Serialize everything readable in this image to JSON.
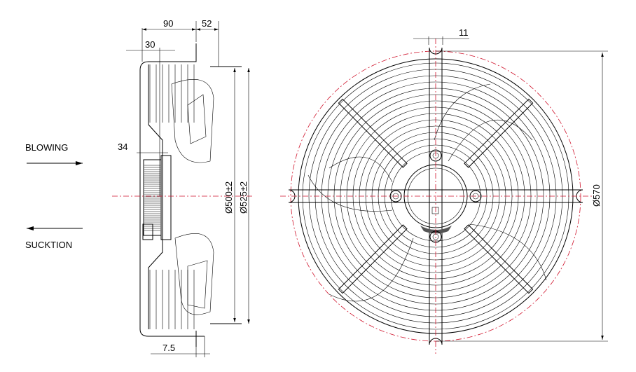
{
  "title": "Axial fan dimension drawing",
  "labels": {
    "blowing": "BLOWING",
    "suction": "SUCKTION"
  },
  "dimensions": {
    "depth_total": "90",
    "depth_front": "52",
    "depth_30": "30",
    "motor_34": "34",
    "flange_7_5": "7.5",
    "dia_500": "Ø500±2",
    "dia_525": "Ø525±2",
    "rod_11": "11",
    "dia_570": "Ø570"
  },
  "colors": {
    "line": "#000000",
    "centerline": "#d0142c",
    "accent": "#c87a40"
  }
}
